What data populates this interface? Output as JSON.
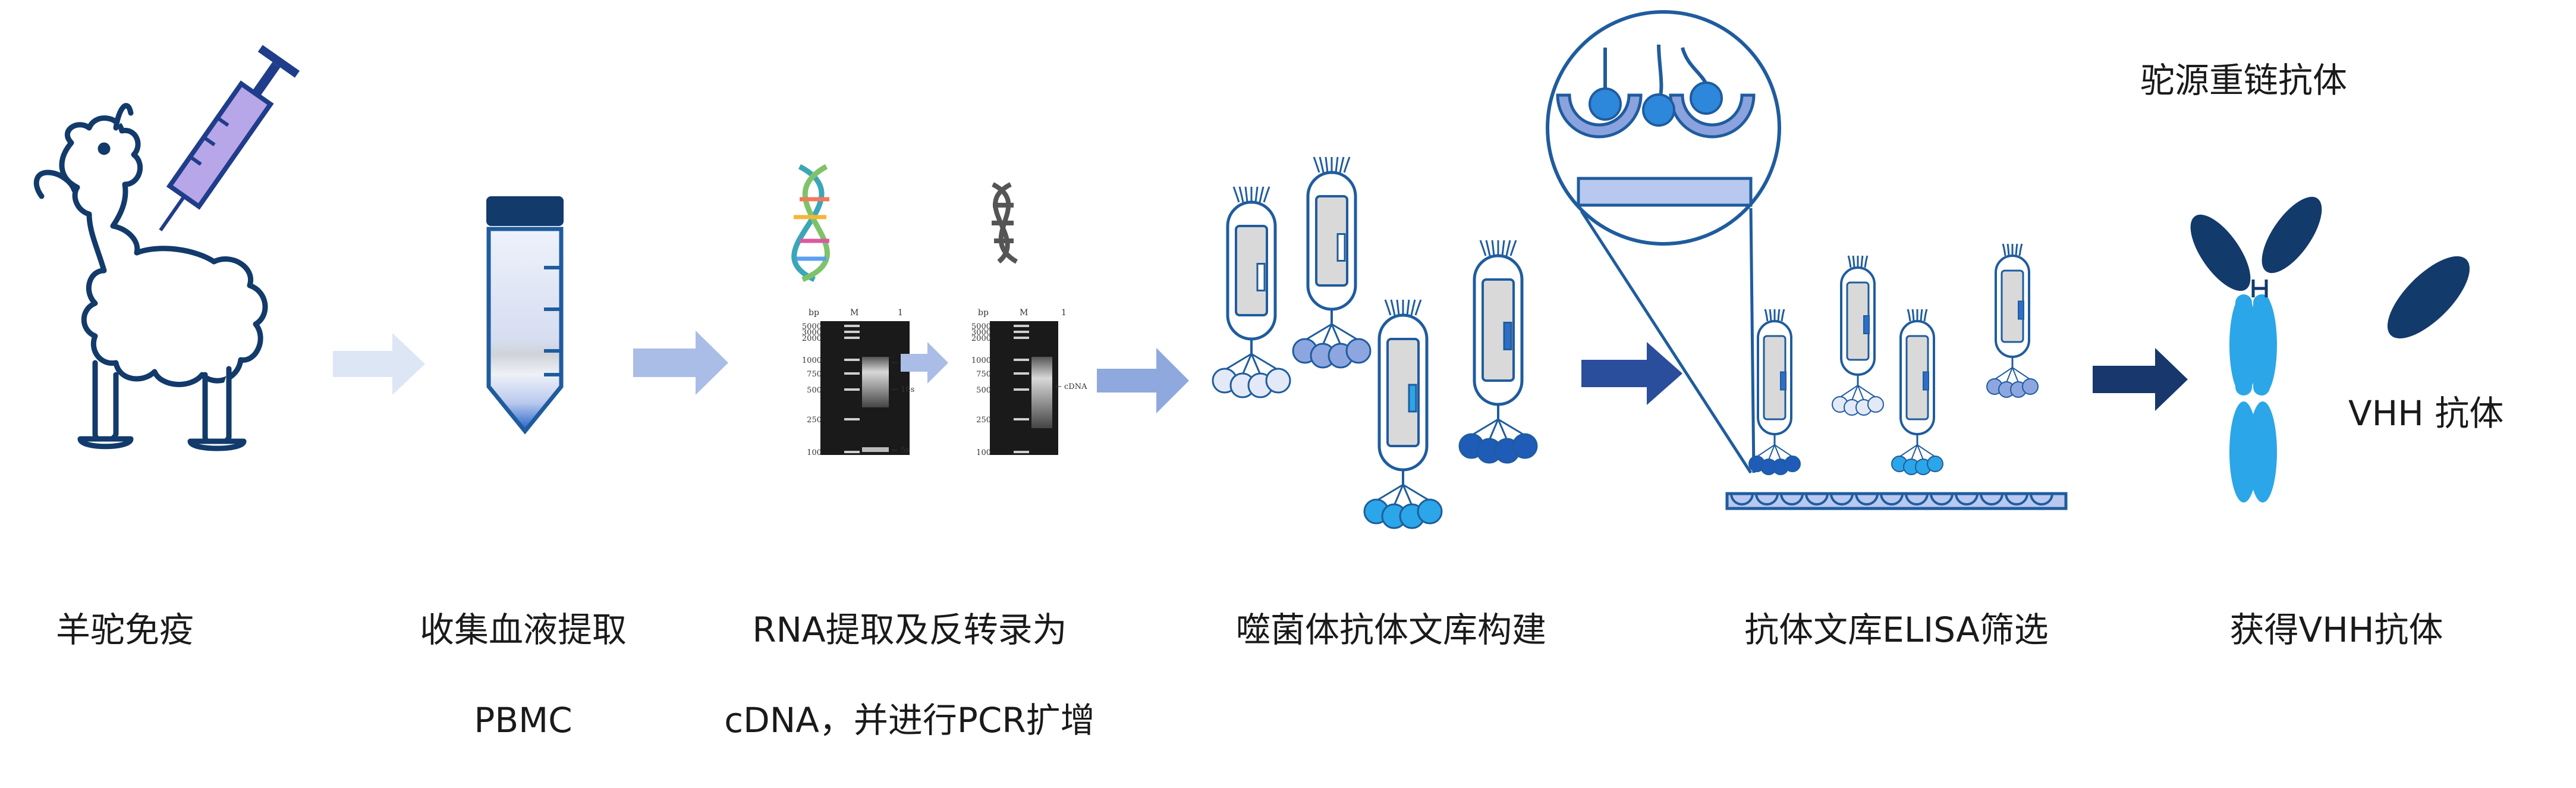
{
  "steps": [
    {
      "lines": [
        "羊驼免疫"
      ]
    },
    {
      "lines": [
        "收集血液提取",
        "PBMC"
      ]
    },
    {
      "lines": [
        "RNA提取及反转录为",
        "cDNA，并进行PCR扩增"
      ]
    },
    {
      "lines": [
        "噬菌体抗体文库构建"
      ]
    },
    {
      "lines": [
        "抗体文库ELISA筛选"
      ]
    },
    {
      "lines": [
        "获得VHH抗体"
      ]
    }
  ],
  "labels": {
    "heavy_chain_antibody": "驼源重链抗体",
    "vhh_antibody": "VHH 抗体"
  },
  "gel_left": {
    "header_bp": "bp",
    "header_m": "M",
    "header_lane": "1",
    "ladder": [
      "5000",
      "3000",
      "2000",
      "1000",
      "750",
      "500",
      "250",
      "100"
    ],
    "band_labels": [
      "28s",
      "18s",
      "5s"
    ]
  },
  "gel_right": {
    "header_bp": "bp",
    "header_m": "M",
    "header_lane": "1",
    "ladder": [
      "5000",
      "3000",
      "2000",
      "1000",
      "750",
      "500",
      "250",
      "100"
    ],
    "band_labels": [
      "cDNA"
    ]
  },
  "colors": {
    "navy": "#123a6b",
    "outline": "#1f5c9e",
    "arrow_light": "#dde6f5",
    "arrow_mid": "#a9bde6",
    "arrow_dark": "#2a4d9c",
    "arrow_darkest": "#17376d",
    "bright_blue": "#2ba6e8",
    "pale_blue": "#b8c8ef"
  }
}
